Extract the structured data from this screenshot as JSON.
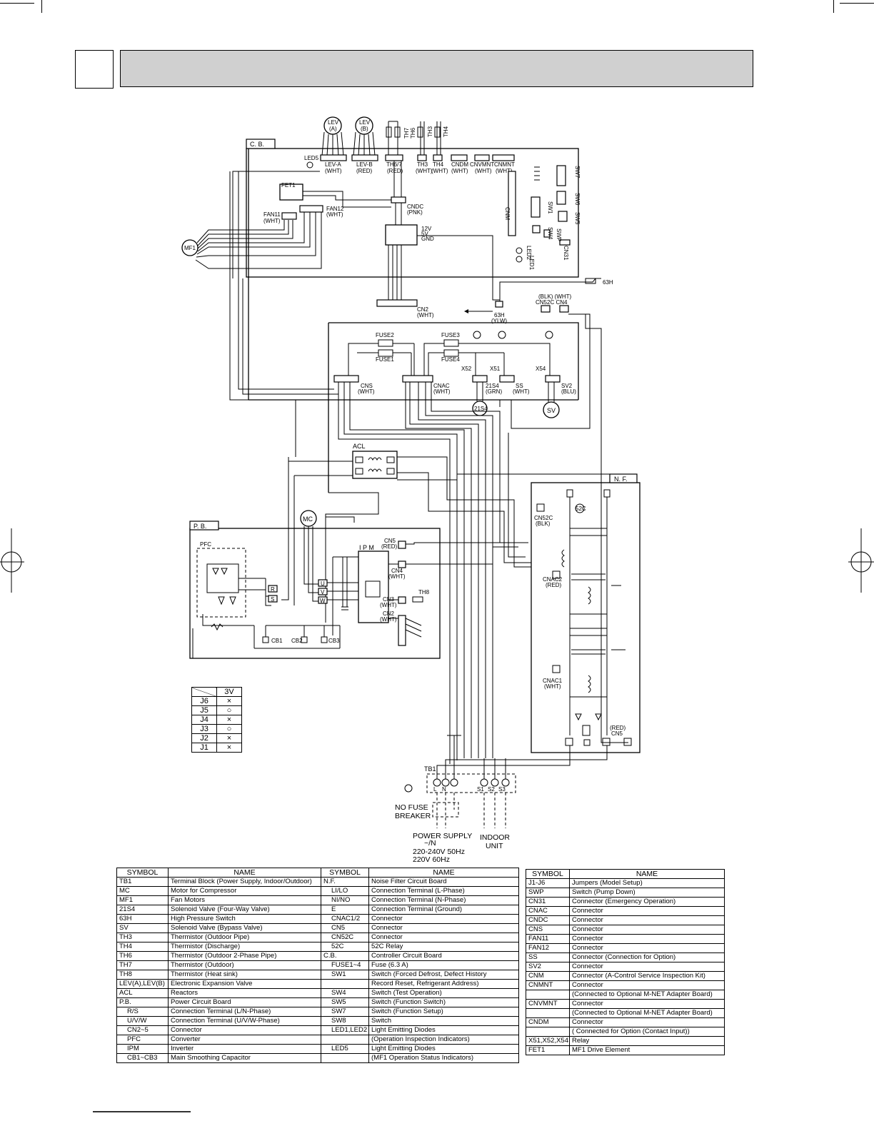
{
  "boards": {
    "cb": "C. B.",
    "pb": "P. B.",
    "nf": "N. F.",
    "pfc": "PFC",
    "ipm": "I P M",
    "acl": "ACL"
  },
  "top_parts": [
    {
      "key": "lev_a",
      "text": "LEV\n(A)"
    },
    {
      "key": "lev_b",
      "text": "LEV\n(B)"
    }
  ],
  "thermistors": [
    "TH7",
    "TH6",
    "TH3",
    "TH4"
  ],
  "connector_labels": {
    "led5": "LED5",
    "lev_a": "LEV-A\n(WHT)",
    "lev_b": "LEV-B\n(RED)",
    "th67": "TH6/7\n(RED)",
    "th3": "TH3\n(WHT)",
    "th4": "TH4\n(WHT)",
    "cndm": "CNDM\n(WHT)",
    "cnvmnt": "CNVMNT\n(WHT)",
    "cnmnt": "CNMNT\n(WHT)",
    "fet1": "FET1",
    "fan11": "FAN11\n(WHT)",
    "fan12": "FAN12\n(WHT)",
    "cndc": "CNDC\n(PNK)",
    "pwr": "12V\n5V\nGND",
    "cnm": "CNM",
    "sw1": "SW1",
    "sw4": "SW4",
    "swp": "SWP",
    "sw5": "SW5",
    "sw6": "SW6",
    "sw7": "SW7",
    "cn31": "CN31",
    "led1": "LED1",
    "led2": "LED2",
    "h63": "63H",
    "cn2": "CN2\n(WHT)",
    "h63conn": "63H\n(YLW)",
    "cn52c_cn4": "(BLK) (WHT)\nCN52C  CN4",
    "fuse1": "FUSE1",
    "fuse2": "FUSE2",
    "fuse3": "FUSE3",
    "fuse4": "FUSE4",
    "x52": "X52",
    "x51": "X51",
    "x54": "X54",
    "cns": "CNS\n(WHT)",
    "cnac": "CNAC\n(WHT)",
    "s21s4": "21S4\n(GRN)",
    "ss": "SS\n(WHT)",
    "sv2": "SV2\n(BLU)",
    "c21s4": "21S4",
    "csv": "SV",
    "mf1": "MF1",
    "mc": "MC",
    "cn5pb": "CN5\n(RED)",
    "cn4pb": "CN4\n(WHT)",
    "cn3pb": "CN3\n(WHT)",
    "th8": "TH8",
    "cn2pb": "CN2\n(WHT)",
    "r": "R",
    "s": "S",
    "u": "U",
    "v": "V",
    "wv": "W",
    "cb1": "CB1",
    "cb2": "CB2",
    "cb3": "CB3",
    "cn52cnf": "CN52C\n(BLK)",
    "r52c": "52C",
    "cnac2": "CNAC2\n(RED)",
    "cnac1": "CNAC1\n(WHT)",
    "cn5nf": "(RED)\nCN5",
    "tb1": "TB1",
    "l": "L",
    "n": "N",
    "s1": "S1",
    "s2": "S2",
    "s3": "S3",
    "nofuse": "NO FUSE\nBREAKER",
    "power": "POWER SUPPLY\n~/N\n220-240V 50Hz\n220V 60Hz",
    "indoor": "INDOOR\nUNIT"
  },
  "jumper_table": {
    "header": "3V",
    "rows": [
      {
        "j": "J6",
        "v": "×"
      },
      {
        "j": "J5",
        "v": "○"
      },
      {
        "j": "J4",
        "v": "×"
      },
      {
        "j": "J3",
        "v": "○"
      },
      {
        "j": "J2",
        "v": "×"
      },
      {
        "j": "J1",
        "v": "×"
      }
    ]
  },
  "legend_headers": {
    "symbol": "SYMBOL",
    "name": "NAME"
  },
  "legend1": [
    {
      "s": "TB1",
      "n": "Terminal Block (Power Supply, Indoor/Outdoor)"
    },
    {
      "s": "MC",
      "n": "Motor for Compressor"
    },
    {
      "s": "MF1",
      "n": "Fan Motors"
    },
    {
      "s": "21S4",
      "n": "Solenoid Valve (Four-Way Valve)"
    },
    {
      "s": "63H",
      "n": "High Pressure Switch"
    },
    {
      "s": "SV",
      "n": "Solenoid Valve (Bypass Valve)"
    },
    {
      "s": "TH3",
      "n": "Thermistor (Outdoor Pipe)"
    },
    {
      "s": "TH4",
      "n": "Thermistor (Discharge)"
    },
    {
      "s": "TH6",
      "n": "Thermistor (Outdoor 2-Phase Pipe)"
    },
    {
      "s": "TH7",
      "n": "Thermistor (Outdoor)"
    },
    {
      "s": "TH8",
      "n": "Thermistor (Heat sink)"
    },
    {
      "s": "LEV(A),LEV(B)",
      "n": "Electronic Expansion Valve"
    },
    {
      "s": "ACL",
      "n": "Reactors"
    },
    {
      "s": "P.B.",
      "n": "Power Circuit Board"
    },
    {
      "s": "R/S",
      "n": "Connection Terminal (L/N-Phase)",
      "ind": true
    },
    {
      "s": "U/V/W",
      "n": "Connection Terminal (U/V/W-Phase)",
      "ind": true
    },
    {
      "s": "CN2~5",
      "n": "Connector",
      "ind": true
    },
    {
      "s": "PFC",
      "n": "Converter",
      "ind": true
    },
    {
      "s": "IPM",
      "n": "Inverter",
      "ind": true
    },
    {
      "s": "CB1~CB3",
      "n": "Main Smoothing Capacitor",
      "ind": true
    }
  ],
  "legend2": [
    {
      "s": "N.F.",
      "n": "Noise Filter Circuit Board"
    },
    {
      "s": "LI/LO",
      "n": "Connection Terminal (L-Phase)",
      "ind": true
    },
    {
      "s": "NI/NO",
      "n": "Connection Terminal (N-Phase)",
      "ind": true
    },
    {
      "s": "E",
      "n": "Connection Terminal (Ground)",
      "ind": true
    },
    {
      "s": "CNAC1/2",
      "n": "Connector",
      "ind": true
    },
    {
      "s": "CN5",
      "n": "Connector",
      "ind": true
    },
    {
      "s": "CN52C",
      "n": "Connector",
      "ind": true
    },
    {
      "s": "52C",
      "n": "52C Relay",
      "ind": true
    },
    {
      "s": "C.B.",
      "n": "Controller Circuit Board"
    },
    {
      "s": "FUSE1~4",
      "n": "Fuse (6.3 A)",
      "ind": true
    },
    {
      "s": "SW1",
      "n": "Switch (Forced Defrost, Defect History",
      "ind": true
    },
    {
      "s": "",
      "n": "                Record Reset, Refrigerant Address)"
    },
    {
      "s": "SW4",
      "n": "Switch (Test Operation)",
      "ind": true
    },
    {
      "s": "SW5",
      "n": "Switch (Function Switch)",
      "ind": true
    },
    {
      "s": "SW7",
      "n": "Switch (Function Setup)",
      "ind": true
    },
    {
      "s": "SW8",
      "n": "Switch",
      "ind": true
    },
    {
      "s": "LED1,LED2",
      "n": "Light Emitting Diodes",
      "ind": true
    },
    {
      "s": "",
      "n": "(Operation Inspection Indicators)"
    },
    {
      "s": "LED5",
      "n": "Light Emitting Diodes",
      "ind": true
    },
    {
      "s": "",
      "n": "(MF1 Operation Status Indicators)"
    }
  ],
  "legend3": [
    {
      "s": "J1-J6",
      "n": "Jumpers (Model Setup)"
    },
    {
      "s": "SWP",
      "n": "Switch (Pump Down)"
    },
    {
      "s": "CN31",
      "n": "Connector (Emergency Operation)"
    },
    {
      "s": "CNAC",
      "n": "Connector"
    },
    {
      "s": "CNDC",
      "n": "Connector"
    },
    {
      "s": "CNS",
      "n": "Connector"
    },
    {
      "s": "FAN11",
      "n": "Connector"
    },
    {
      "s": "FAN12",
      "n": "Connector"
    },
    {
      "s": "SS",
      "n": "Connector (Connection for Option)"
    },
    {
      "s": "SV2",
      "n": "Connector"
    },
    {
      "s": "CNM",
      "n": "Connector (A-Control Service Inspection Kit)"
    },
    {
      "s": "CNMNT",
      "n": "Connector"
    },
    {
      "s": "",
      "n": "(Connected to Optional M-NET Adapter Board)"
    },
    {
      "s": "CNVMNT",
      "n": "Connector"
    },
    {
      "s": "",
      "n": "(Connected to Optional M-NET Adapter Board)"
    },
    {
      "s": "CNDM",
      "n": "Connector"
    },
    {
      "s": "",
      "n": "( Connected for Option (Contact Input))"
    },
    {
      "s": "X51,X52,X54",
      "n": "Relay"
    },
    {
      "s": "FET1",
      "n": "MF1 Drive Element"
    }
  ]
}
